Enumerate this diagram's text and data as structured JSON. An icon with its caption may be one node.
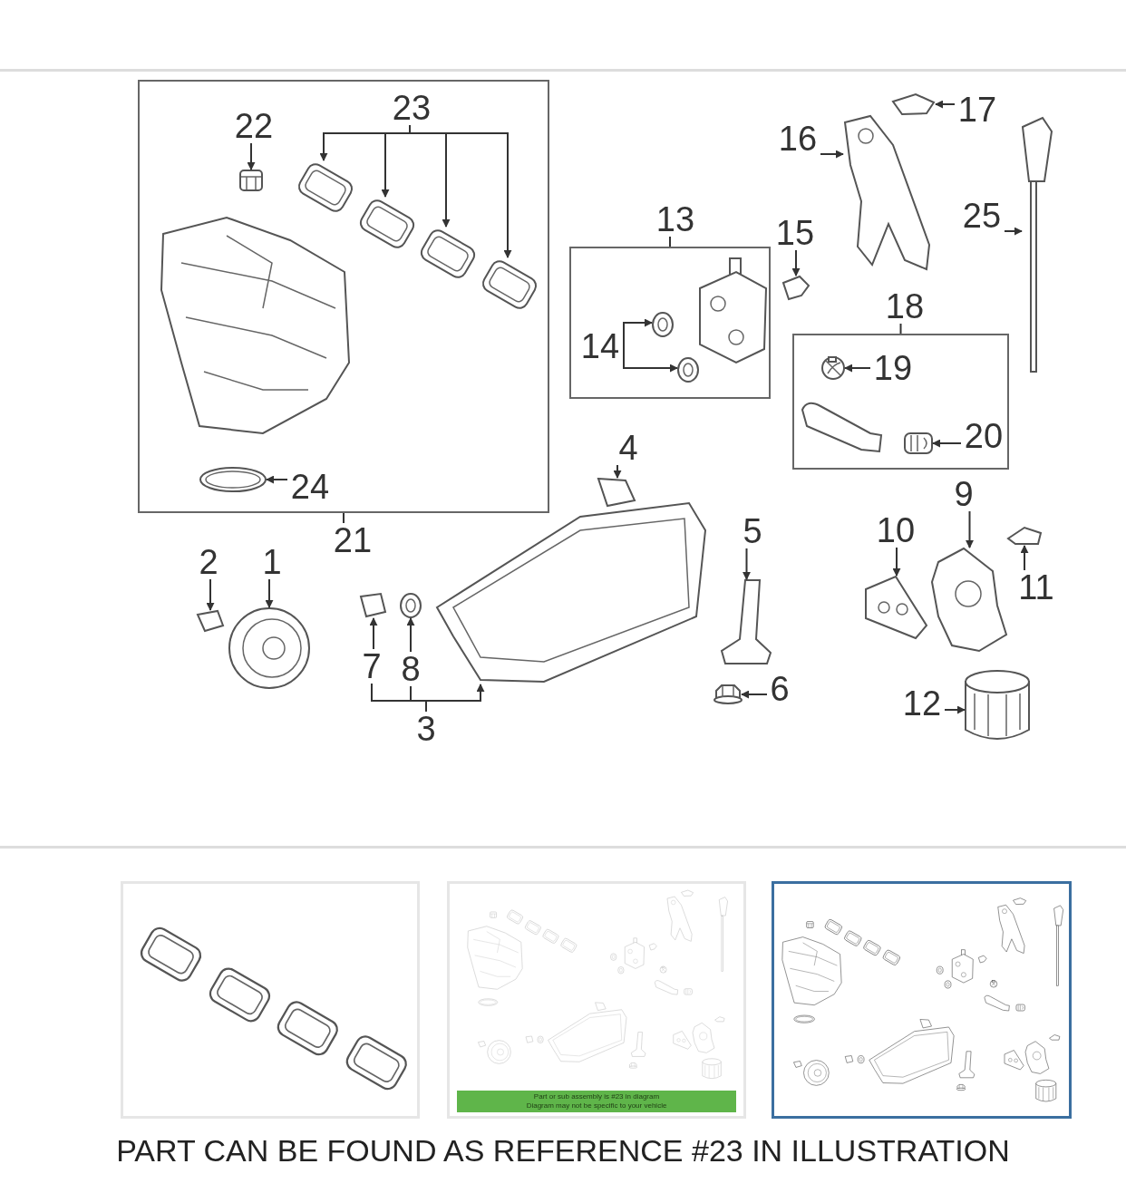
{
  "diagram": {
    "caption": "PART CAN BE FOUND AS REFERENCE #23 IN ILLUSTRATION",
    "nodes": [
      {
        "text": [],
        "shape": "box"
      },
      {
        "text": [
          "22"
        ],
        "in": 0
      },
      {
        "text": [],
        "shape": "picture",
        "in": 0
      },
      {
        "text": [
          "23"
        ],
        "in": 0
      },
      {
        "text": [],
        "shape": "picture",
        "in": 0
      },
      {
        "text": [],
        "shape": "picture",
        "in": 0
      },
      {
        "text": [],
        "shape": "picture",
        "in": 0
      },
      {
        "text": [],
        "shape": "picture",
        "in": 0
      },
      {
        "text": [
          "24"
        ],
        "in": 0
      },
      {
        "text": [],
        "shape": "picture",
        "in": 0
      },
      {
        "text": [
          "17"
        ]
      },
      {
        "text": [],
        "shape": "picture"
      },
      {
        "text": [
          "16"
        ]
      },
      {
        "text": [],
        "shape": "picture"
      },
      {
        "text": [
          "25"
        ]
      },
      {
        "text": [],
        "shape": "picture"
      },
      {
        "text": [
          "13"
        ]
      },
      {
        "text": [],
        "shape": "box"
      },
      {
        "text": [
          "14"
        ],
        "in": 17
      },
      {
        "text": [],
        "shape": "picture",
        "in": 17
      },
      {
        "text": [],
        "shape": "picture",
        "in": 17
      },
      {
        "text": [
          "15"
        ]
      },
      {
        "text": [],
        "shape": "picture"
      },
      {
        "text": [
          "18"
        ]
      },
      {
        "text": [],
        "shape": "box"
      },
      {
        "text": [
          "19"
        ],
        "in": 24
      },
      {
        "text": [],
        "shape": "picture",
        "in": 24
      },
      {
        "text": [
          "20"
        ],
        "in": 24
      },
      {
        "text": [],
        "shape": "picture",
        "in": 24
      },
      {
        "text": [
          "4"
        ]
      },
      {
        "text": [],
        "shape": "picture"
      },
      {
        "text": [
          "21"
        ]
      },
      {
        "text": [
          "9"
        ]
      },
      {
        "text": [],
        "shape": "picture"
      },
      {
        "text": [
          "10"
        ]
      },
      {
        "text": [],
        "shape": "picture"
      },
      {
        "text": [
          "5"
        ]
      },
      {
        "text": [],
        "shape": "picture"
      },
      {
        "text": [
          "2"
        ]
      },
      {
        "text": [],
        "shape": "picture"
      },
      {
        "text": [
          "1"
        ]
      },
      {
        "text": [],
        "shape": "picture"
      },
      {
        "text": [
          "11"
        ]
      },
      {
        "text": [],
        "shape": "picture"
      },
      {
        "text": [],
        "shape": "picture"
      },
      {
        "text": [],
        "shape": "picture"
      },
      {
        "text": [
          "7"
        ]
      },
      {
        "text": [
          "8"
        ]
      },
      {
        "text": [
          "6"
        ]
      },
      {
        "text": [],
        "shape": "picture"
      },
      {
        "text": [
          "12"
        ]
      },
      {
        "text": [],
        "shape": "picture"
      },
      {
        "text": [
          "3"
        ]
      }
    ],
    "edges": [
      {
        "from": 1,
        "to": 2,
        "arrow": "to"
      },
      {
        "from": 3,
        "to": 4,
        "arrow": "to"
      },
      {
        "from": 3,
        "to": 5,
        "arrow": "to"
      },
      {
        "from": 3,
        "to": 6,
        "arrow": "to"
      },
      {
        "from": 3,
        "to": 7,
        "arrow": "to"
      },
      {
        "from": 8,
        "to": 9,
        "arrow": "to"
      },
      {
        "from": 10,
        "to": 11,
        "arrow": "to"
      },
      {
        "from": 12,
        "to": 13,
        "arrow": "to"
      },
      {
        "from": 14,
        "to": 15,
        "arrow": "to"
      },
      {
        "from": 16,
        "to": 17,
        "arrow": "none"
      },
      {
        "from": 18,
        "to": 19,
        "arrow": "to"
      },
      {
        "from": 18,
        "to": 20,
        "arrow": "to"
      },
      {
        "from": 21,
        "to": 22,
        "arrow": "to"
      },
      {
        "from": 23,
        "to": 24,
        "arrow": "none"
      },
      {
        "from": 25,
        "to": 26,
        "arrow": "to"
      },
      {
        "from": 27,
        "to": 28,
        "arrow": "to"
      },
      {
        "from": 29,
        "to": 30,
        "arrow": "to"
      },
      {
        "from": 31,
        "to": 0,
        "arrow": "none"
      },
      {
        "from": 32,
        "to": 33,
        "arrow": "to"
      },
      {
        "from": 34,
        "to": 35,
        "arrow": "to"
      },
      {
        "from": 36,
        "to": 37,
        "arrow": "to"
      },
      {
        "from": 38,
        "to": 39,
        "arrow": "to"
      },
      {
        "from": 40,
        "to": 41,
        "arrow": "to"
      },
      {
        "from": 42,
        "to": 43,
        "arrow": "to"
      },
      {
        "from": 46,
        "to": 44,
        "arrow": "to"
      },
      {
        "from": 47,
        "to": 45,
        "arrow": "to"
      },
      {
        "from": 48,
        "to": 49,
        "arrow": "to"
      },
      {
        "from": 50,
        "to": 51,
        "arrow": "to"
      },
      {
        "from": 52,
        "to": 46,
        "arrow": "none"
      },
      {
        "from": 52,
        "to": 47,
        "arrow": "none"
      },
      {
        "from": 52,
        "to": 30,
        "arrow": "to"
      }
    ],
    "labels": [
      "Part or sub assembly is #23 in diagram",
      "Diagram may not be specific to your vehicle"
    ]
  }
}
